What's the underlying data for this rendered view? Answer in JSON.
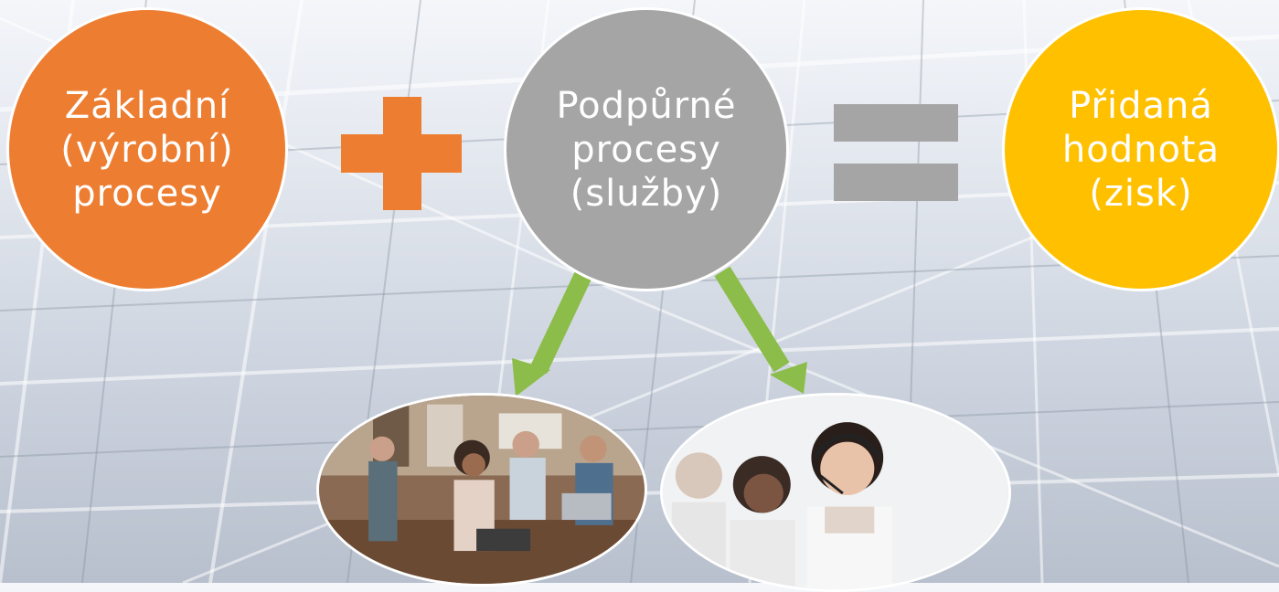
{
  "colors": {
    "orange": "#ed7d31",
    "gray": "#a5a5a5",
    "gold": "#ffc000",
    "arrow_green": "#8cbc49"
  },
  "circles": [
    {
      "lines": [
        "Základní",
        "(výrobní)",
        "procesy"
      ]
    },
    {
      "lines": [
        "Podpůrné",
        "procesy",
        "(služby)"
      ]
    },
    {
      "lines": [
        "Přidaná",
        "hodnota",
        "(zisk)"
      ]
    }
  ],
  "operators": {
    "plus": "plus-sign",
    "equals": "equals-sign"
  },
  "photos": [
    {
      "subject": "team-working-at-laptops"
    },
    {
      "subject": "call-center-operator-with-headset"
    }
  ]
}
